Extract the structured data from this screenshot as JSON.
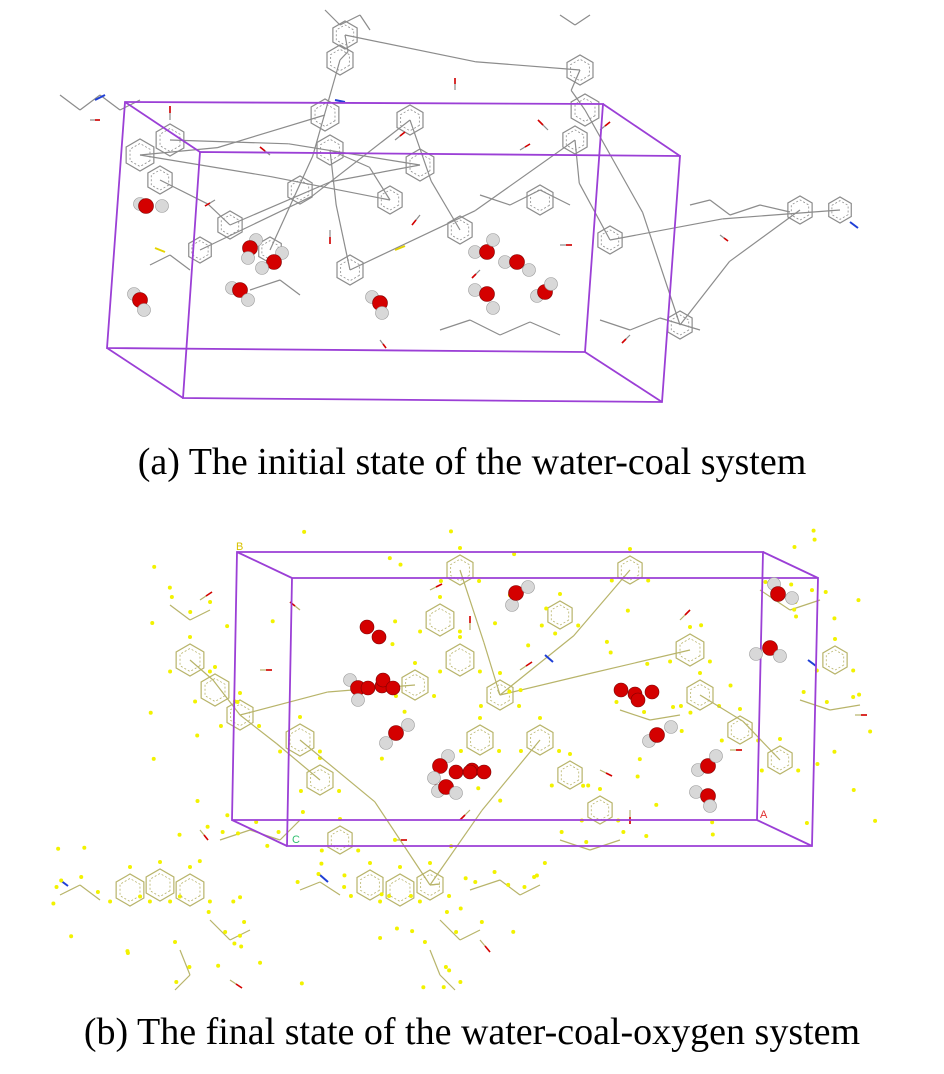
{
  "figure": {
    "panel_a": {
      "caption": "(a) The initial state of the water-coal system"
    },
    "panel_b": {
      "caption": "(b) The final state of the water-coal-oxygen system",
      "cell_labels": [
        "B",
        "C",
        "A"
      ]
    }
  },
  "colors": {
    "cell_box": "#9b3fd6",
    "bond_initial": "#8c8c8c",
    "bond_final": "#b8b46a",
    "hydrogen_final": "#f2f200",
    "oxygen": "#d40000",
    "nitrogen": "#1f3fd6",
    "sulfur": "#e5d400",
    "water_hydrogen": "#d8d8d8"
  },
  "icons": [
    "water-molecule",
    "oxygen-molecule",
    "simulation-cell"
  ]
}
